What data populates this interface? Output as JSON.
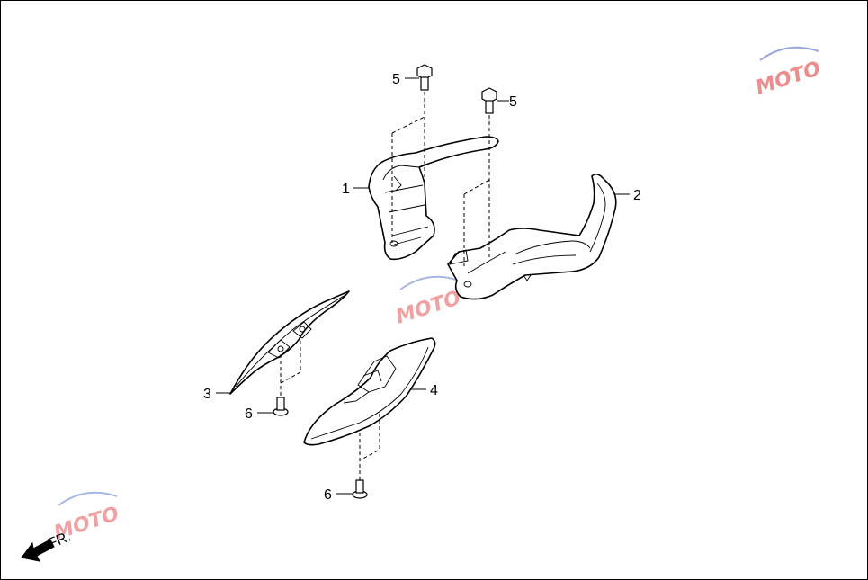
{
  "diagram": {
    "callouts": [
      {
        "id": "1",
        "label": "1"
      },
      {
        "id": "2",
        "label": "2"
      },
      {
        "id": "3",
        "label": "3"
      },
      {
        "id": "4",
        "label": "4"
      },
      {
        "id": "5a",
        "label": "5"
      },
      {
        "id": "5b",
        "label": "5"
      },
      {
        "id": "6a",
        "label": "6"
      },
      {
        "id": "6b",
        "label": "6"
      }
    ],
    "direction_label": "FR.",
    "watermark_text": "MOTO"
  },
  "colors": {
    "line": "#000000",
    "background": "#ffffff",
    "watermark_red": "#e03030",
    "watermark_blue": "#4060c0"
  },
  "icons": [
    "front-direction-arrow-icon",
    "moto-watermark-logo"
  ]
}
